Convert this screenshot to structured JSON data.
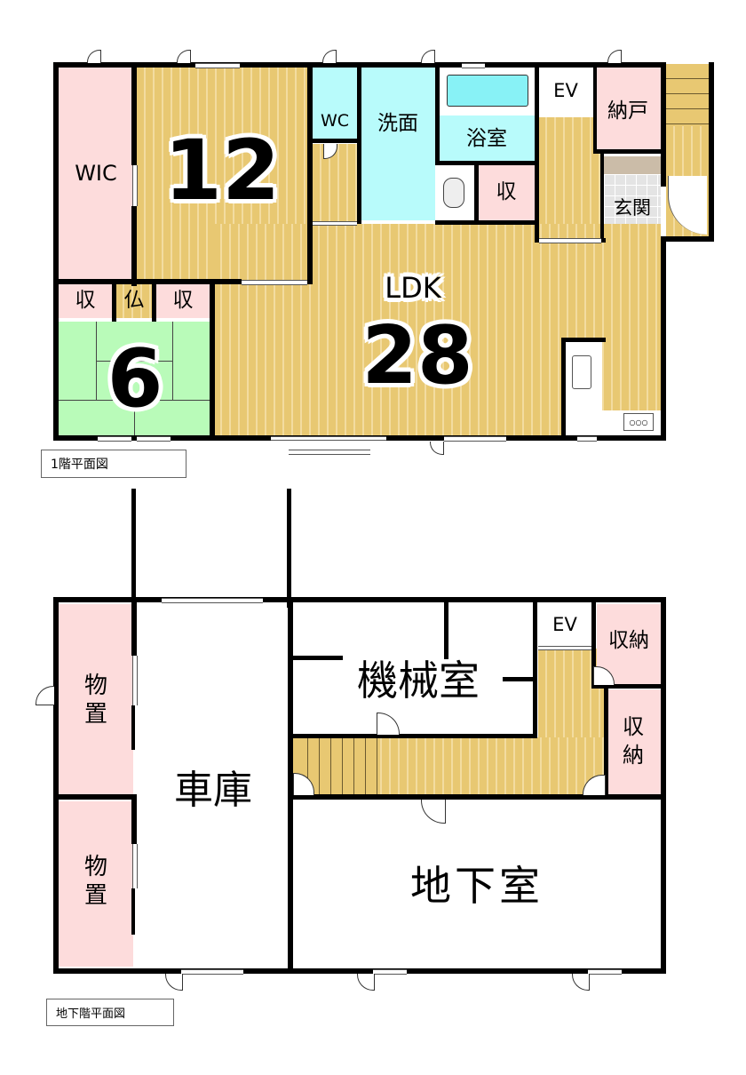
{
  "floor1": {
    "caption": "1階平面図",
    "rooms": {
      "wic": {
        "label": "WIC"
      },
      "bedroom": {
        "label": "12"
      },
      "wc": {
        "label": "WC"
      },
      "washroom": {
        "label": "洗面"
      },
      "bathroom": {
        "label": "浴室"
      },
      "ev": {
        "label": "EV"
      },
      "storeroom": {
        "label": "納戸"
      },
      "closet_hall": {
        "label": "収"
      },
      "entrance": {
        "label": "玄関"
      },
      "closet_left": {
        "label": "収"
      },
      "altar": {
        "label": "仏"
      },
      "closet_right": {
        "label": "収"
      },
      "tatami": {
        "label": "6"
      },
      "ldk": {
        "label": "LDK",
        "size": "28"
      }
    }
  },
  "basement": {
    "caption": "地下階平面図",
    "rooms": {
      "storage_upper": {
        "label": "物置"
      },
      "storage_lower": {
        "label": "物置"
      },
      "garage": {
        "label": "車庫"
      },
      "machine_room": {
        "label": "機械室"
      },
      "ev": {
        "label": "EV"
      },
      "closet_upper": {
        "label": "収納"
      },
      "closet_lower": {
        "label": "収納"
      },
      "basement_room": {
        "label": "地下室"
      }
    }
  },
  "colors": {
    "wood": "#e8c872",
    "closet_pink": "#fddcdc",
    "wet_cyan": "#b8fbfb",
    "tatami_green": "#b9fbb9",
    "wall": "#000000"
  }
}
